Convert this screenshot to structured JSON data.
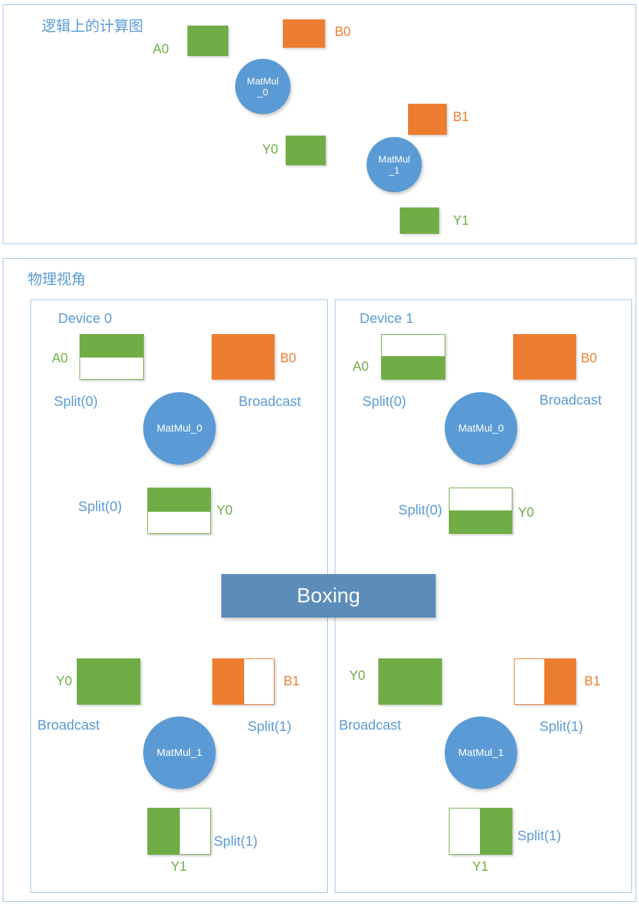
{
  "logical_panel": {
    "title": "逻辑上的计算图",
    "nodes": [
      {
        "name": "A0",
        "type": "tensor",
        "color": "green",
        "fill": "full"
      },
      {
        "name": "B0",
        "type": "tensor",
        "color": "orange",
        "fill": "full"
      },
      {
        "name": "MatMul\n_0",
        "type": "op",
        "line1": "MatMul",
        "line2": "_0"
      },
      {
        "name": "Y0",
        "type": "tensor",
        "color": "green",
        "fill": "full"
      },
      {
        "name": "B1",
        "type": "tensor",
        "color": "orange",
        "fill": "full"
      },
      {
        "name": "MatMul\n_1",
        "type": "op",
        "line1": "MatMul",
        "line2": "_1"
      },
      {
        "name": "Y1",
        "type": "tensor",
        "color": "green",
        "fill": "full"
      }
    ],
    "labels": {
      "a0": "A0",
      "b0": "B0",
      "y0": "Y0",
      "b1": "B1",
      "y1": "Y1",
      "matmul0_l1": "MatMul",
      "matmul0_l2": "_0",
      "matmul1_l1": "MatMul",
      "matmul1_l2": "_1"
    }
  },
  "physical_panel": {
    "title": "物理视角",
    "boxing_label": "Boxing",
    "devices": [
      {
        "title": "Device 0",
        "a0_label": "A0",
        "a0_split_label": "Split(0)",
        "b0_label": "B0",
        "b0_dist_label": "Broadcast",
        "matmul0_label": "MatMul_0",
        "y0_top_label": "Y0",
        "y0_top_split_label": "Split(0)",
        "y0_bottom_label": "Y0",
        "y0_bottom_dist_label": "Broadcast",
        "b1_label": "B1",
        "b1_split_label": "Split(1)",
        "matmul1_label": "MatMul_1",
        "y1_label": "Y1",
        "y1_split_label": "Split(1)"
      },
      {
        "title": "Device 1",
        "a0_label": "A0",
        "a0_split_label": "Split(0)",
        "b0_label": "B0",
        "b0_dist_label": "Broadcast",
        "matmul0_label": "MatMul_0",
        "y0_top_label": "Y0",
        "y0_top_split_label": "Split(0)",
        "y0_bottom_label": "Y0",
        "y0_bottom_dist_label": "Broadcast",
        "b1_label": "B1",
        "b1_split_label": "Split(1)",
        "matmul1_label": "MatMul_1",
        "y1_label": "Y1",
        "y1_split_label": "Split(1)"
      }
    ]
  },
  "colors": {
    "green": "#70ad47",
    "orange": "#ed7d31",
    "blue": "#5b9bd5",
    "boxing_blue": "#5b8db8",
    "panel_border": "#9dc3e6",
    "arrow": "#4a87c4"
  }
}
